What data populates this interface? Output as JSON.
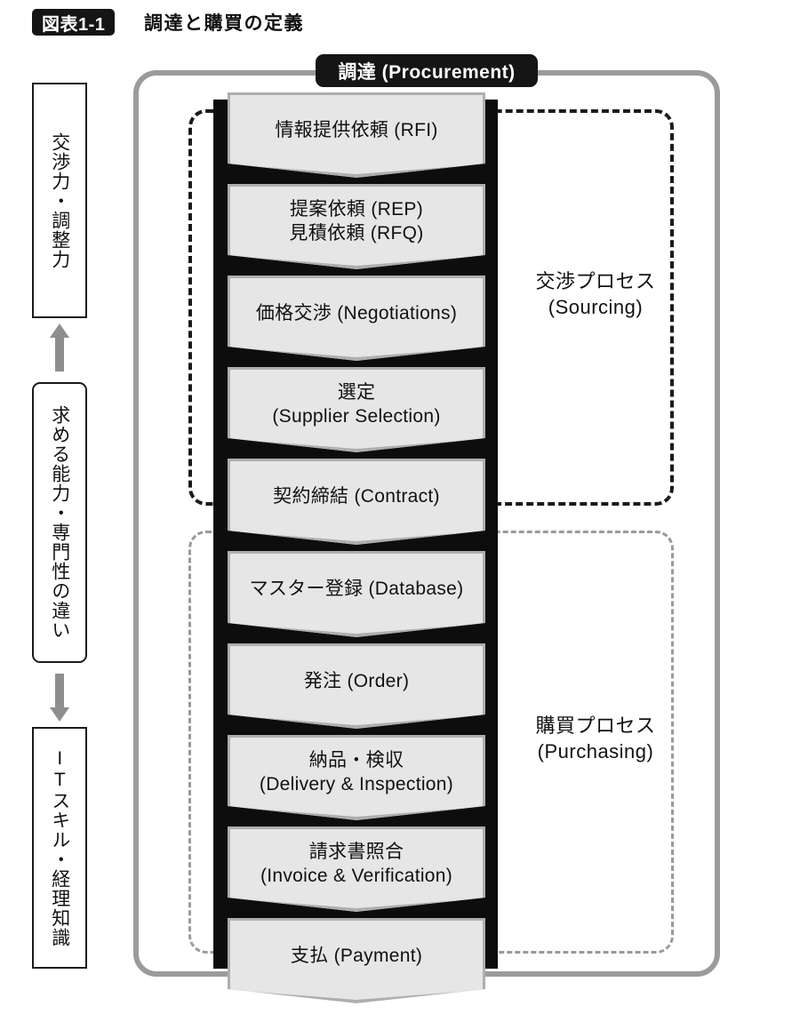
{
  "header": {
    "figure_badge": "図表1-1",
    "figure_title": "調達と購買の定義"
  },
  "outer_frame": {
    "banner_label": "調達 (Procurement)",
    "frame_color": "#9b9b9b",
    "banner_color": "#151515"
  },
  "capability_rail": {
    "boxes": [
      {
        "name": "negotiation",
        "text": "交渉力・調整力"
      },
      {
        "name": "difference",
        "text": "求める能力・専門性の違い"
      },
      {
        "name": "it-accounting",
        "text": "ITスキル・経理知識"
      }
    ],
    "arrows": [
      {
        "name": "arrow-up",
        "direction": "up",
        "color": "#8e8e8e"
      },
      {
        "name": "arrow-down",
        "direction": "down",
        "color": "#8e8e8e"
      }
    ]
  },
  "groups": [
    {
      "id": "sourcing",
      "label_jp": "交渉プロセス",
      "label_en": "(Sourcing)",
      "border_color": "#1b1b1b",
      "border_style": "dashed"
    },
    {
      "id": "purchasing",
      "label_jp": "購買プロセス",
      "label_en": "(Purchasing)",
      "border_color": "#9a9a9a",
      "border_style": "dashed"
    }
  ],
  "steps": [
    {
      "group": "sourcing",
      "lines": [
        "情報提供依頼 (RFI)"
      ]
    },
    {
      "group": "sourcing",
      "lines": [
        "提案依頼 (REP)",
        "見積依頼 (RFQ)"
      ]
    },
    {
      "group": "sourcing",
      "lines": [
        "価格交渉 (Negotiations)"
      ]
    },
    {
      "group": "sourcing",
      "lines": [
        "選定",
        "(Supplier  Selection)"
      ]
    },
    {
      "group": "sourcing",
      "lines": [
        "契約締結 (Contract)"
      ]
    },
    {
      "group": "purchasing",
      "lines": [
        "マスター登録 (Database)"
      ]
    },
    {
      "group": "purchasing",
      "lines": [
        "発注 (Order)"
      ]
    },
    {
      "group": "purchasing",
      "lines": [
        "納品・検収",
        "(Delivery & Inspection)"
      ]
    },
    {
      "group": "purchasing",
      "lines": [
        "請求書照合",
        "(Invoice & Verification)"
      ]
    },
    {
      "group": "purchasing",
      "lines": [
        "支払 (Payment)"
      ]
    }
  ],
  "colors": {
    "step_fill": "#e6e6e6",
    "step_border": "#aeaeae",
    "spine": "#0d0d0d",
    "text": "#111111"
  }
}
